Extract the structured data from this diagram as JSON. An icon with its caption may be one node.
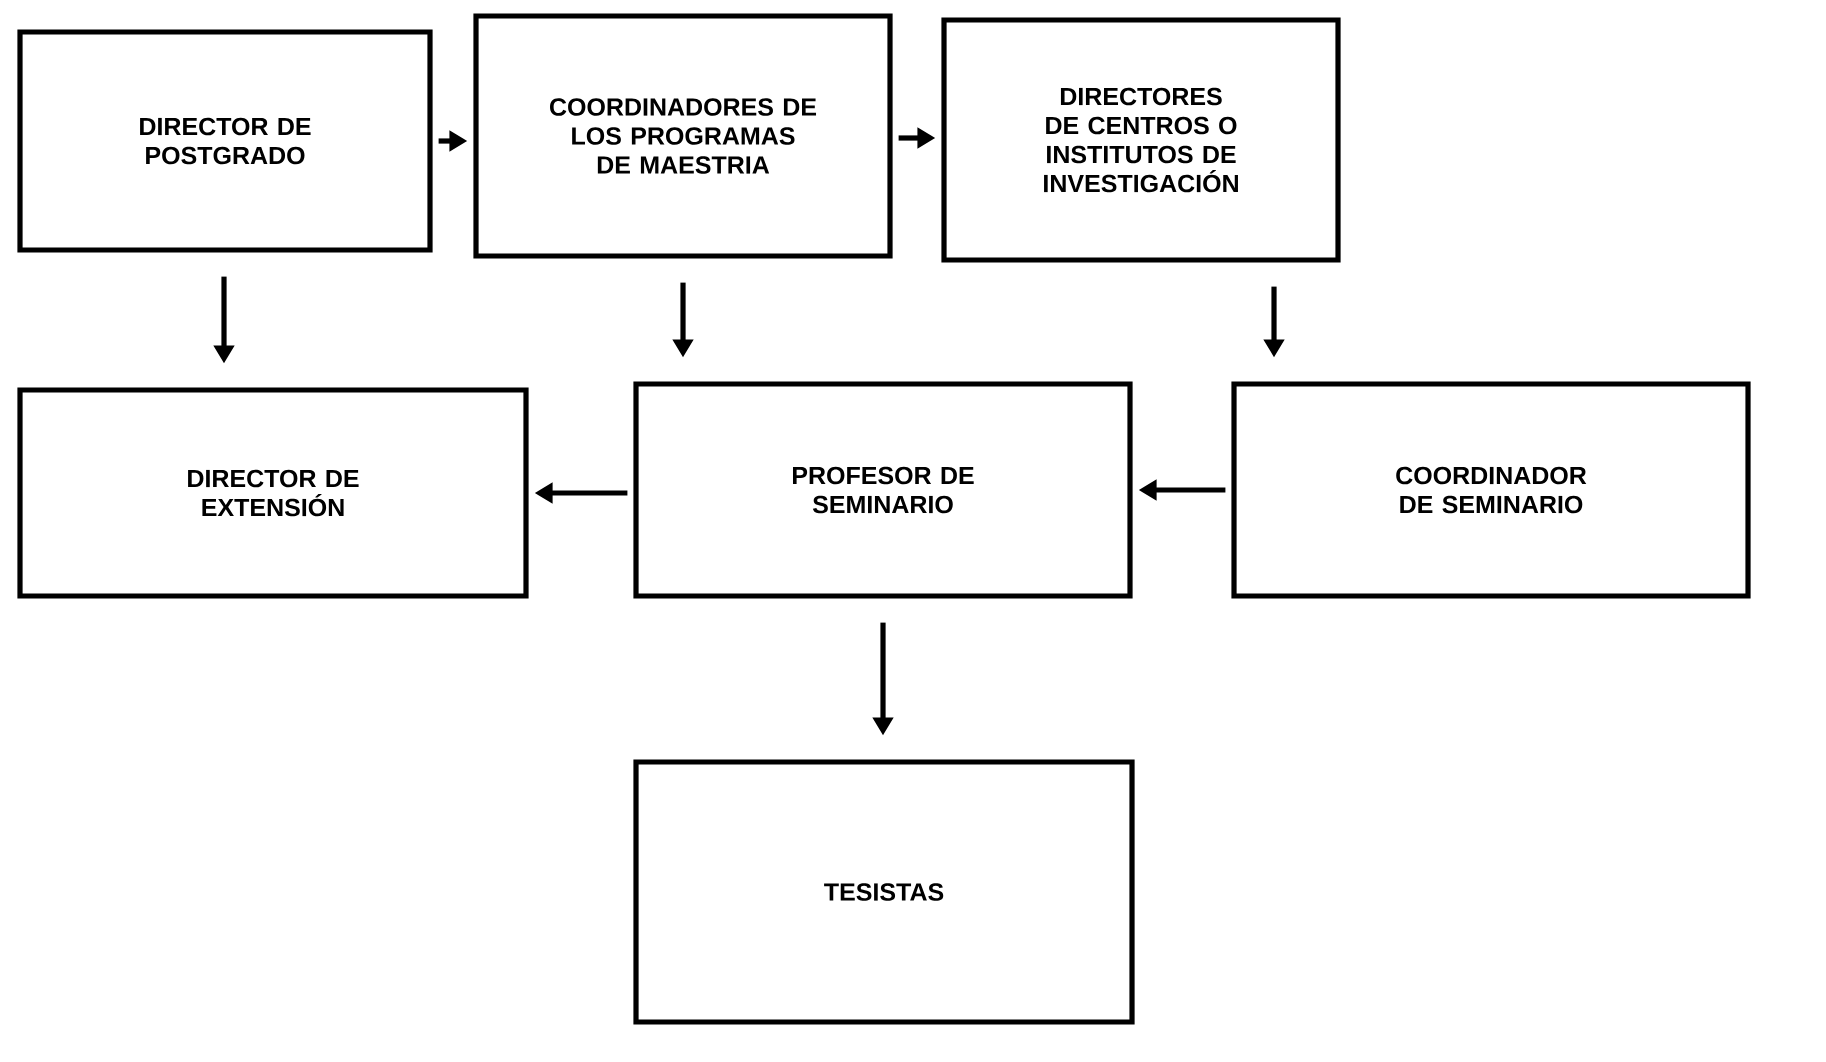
{
  "diagram": {
    "nodes": [
      {
        "text": [
          "DIRECTOR DE POSTGRADO"
        ]
      },
      {
        "text": [
          "COORDINADORES DE LOS PROGRAMAS DE MAESTRIA"
        ]
      },
      {
        "text": [
          "DIRECTORES DE CENTROS O INSTITUTOS DE INVESTIGACIÓN"
        ]
      },
      {
        "text": [
          "DIRECTOR DE EXTENSIÓN"
        ]
      },
      {
        "text": [
          "PROFESOR DE SEMINARIO"
        ]
      },
      {
        "text": [
          "COORDINADOR DE SEMINARIO"
        ]
      },
      {
        "text": [
          "TESISTAS"
        ]
      }
    ],
    "edges": [
      {
        "from": 0,
        "to": 1,
        "arrow": "to"
      },
      {
        "from": 1,
        "to": 2,
        "arrow": "to"
      },
      {
        "from": 0,
        "to": 3,
        "arrow": "to"
      },
      {
        "from": 1,
        "to": 4,
        "arrow": "to"
      },
      {
        "from": 2,
        "to": 5,
        "arrow": "to"
      },
      {
        "from": 5,
        "to": 4,
        "arrow": "to"
      },
      {
        "from": 4,
        "to": 3,
        "arrow": "to"
      },
      {
        "from": 4,
        "to": 6,
        "arrow": "to"
      }
    ]
  }
}
